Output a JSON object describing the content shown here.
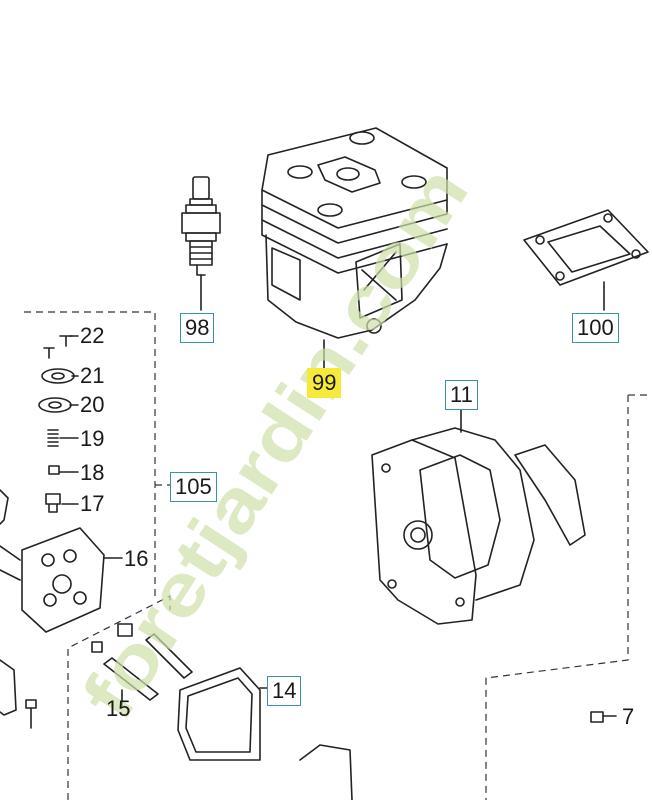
{
  "callouts": {
    "c22": "22",
    "c21": "21",
    "c20": "20",
    "c19": "19",
    "c18": "18",
    "c17": "17",
    "c16": "16",
    "c15": "15",
    "c14": "14",
    "c11": "11",
    "c7": "7",
    "c98": "98",
    "c99": "99",
    "c100": "100",
    "c105": "105"
  },
  "watermark": {
    "text": "foretjardin.com",
    "color": "#cfe0a8"
  },
  "colors": {
    "line": "#222222",
    "box": "#3a8fb5",
    "highlight": "#f5ea3a"
  }
}
